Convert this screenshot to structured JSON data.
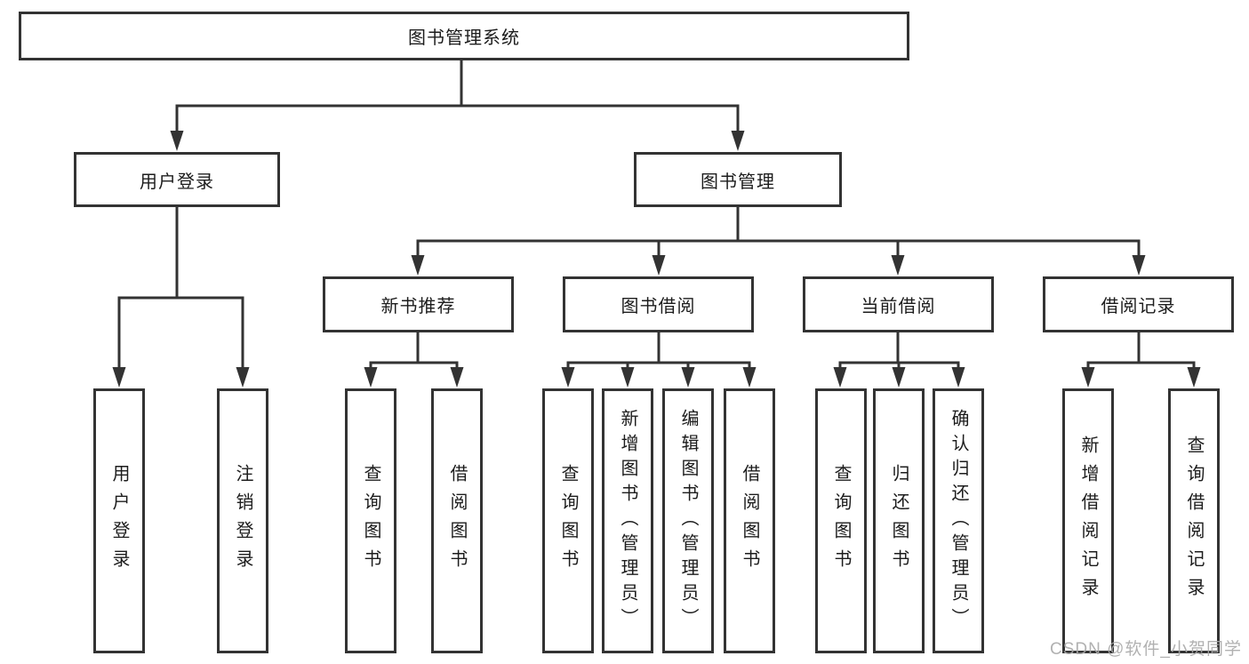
{
  "diagram": {
    "title": "图书管理系统",
    "nodes": {
      "root": "图书管理系统",
      "user_login": "用户登录",
      "book_mgmt": "图书管理",
      "recommend": "新书推荐",
      "borrow": "图书借阅",
      "current": "当前借阅",
      "records": "借阅记录",
      "leaves_user": [
        "用户登录",
        "注销登录"
      ],
      "leaves_recommend": [
        "查询图书",
        "借阅图书"
      ],
      "leaves_borrow": [
        "查询图书",
        "新增图书（管理员）",
        "编辑图书（管理员）",
        "借阅图书"
      ],
      "leaves_current": [
        "查询图书",
        "归还图书",
        "确认归还（管理员）"
      ],
      "leaves_records": [
        "新增借阅记录",
        "查询借阅记录"
      ]
    },
    "colors": {
      "line": "#333333",
      "text": "#1c1c1c",
      "background": "#ffffff",
      "watermark": "#a8a8a8"
    }
  },
  "watermark": "CSDN @软件_小贺同学"
}
